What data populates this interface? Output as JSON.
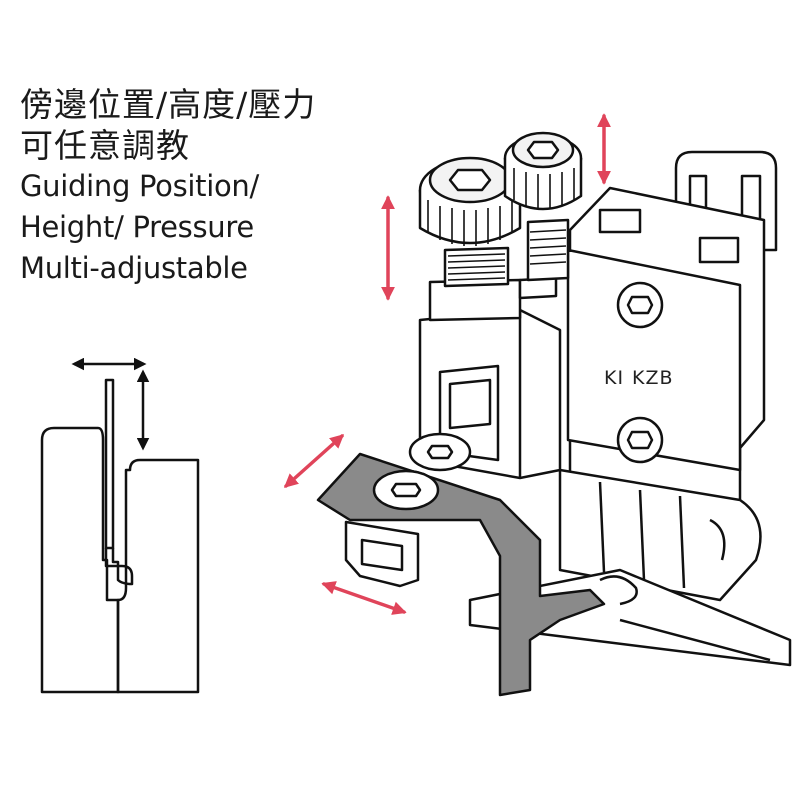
{
  "caption": {
    "zh_line1": "傍邊位置/高度/壓力",
    "zh_line2": "可任意調教",
    "en_line1": "Guiding Position/",
    "en_line2": "Height/ Pressure",
    "en_line3": "Multi-adjustable"
  },
  "brand": {
    "logo": "KI",
    "name": "KZB"
  },
  "colors": {
    "adjust_arrow": "#e0445a",
    "guide_plate": "#8a8a8a",
    "outline": "#111111"
  }
}
